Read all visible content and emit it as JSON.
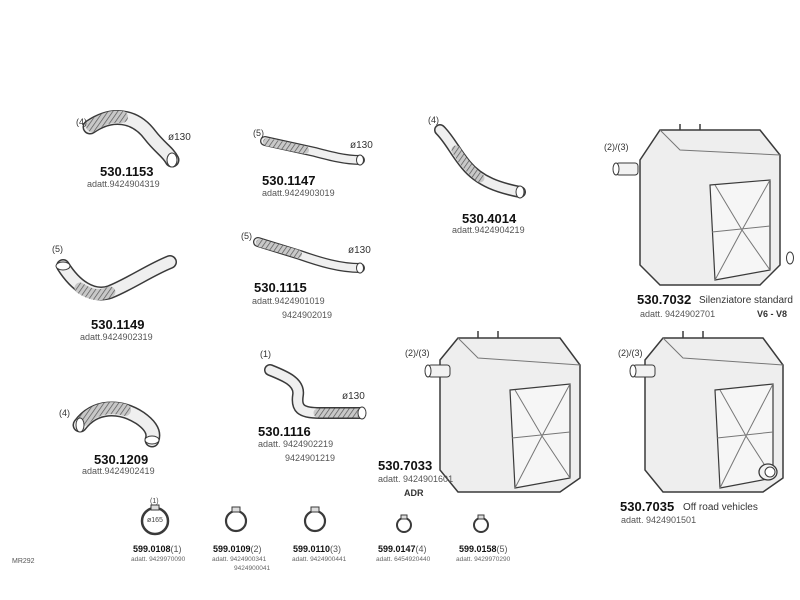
{
  "parts": {
    "p1153": {
      "qty": "(4)",
      "code": "530.1153",
      "sub": "adatt.9424904319",
      "dia": "ø130"
    },
    "p1147": {
      "qty": "(5)",
      "code": "530.1147",
      "sub": "adatt.9424903019",
      "dia": "ø130"
    },
    "p4014": {
      "qty": "(4)",
      "code": "530.4014",
      "sub": "adatt.9424904219"
    },
    "p7032": {
      "qty": "(2)/(3)",
      "code": "530.7032",
      "desc": "Silenziatore standard",
      "sub": "adatt. 9424902701",
      "extra": "V6 - V8"
    },
    "p1149": {
      "qty": "(5)",
      "code": "530.1149",
      "sub": "adatt.9424902319"
    },
    "p1115": {
      "qty": "(5)",
      "code": "530.1115",
      "sub": "adatt.9424901019",
      "sub2": "9424902019",
      "dia": "ø130"
    },
    "p1116": {
      "qty": "(1)",
      "code": "530.1116",
      "sub": "adatt. 9424902219",
      "sub2": "9424901219",
      "dia": "ø130"
    },
    "p7033": {
      "qty": "(2)/(3)",
      "code": "530.7033",
      "sub": "adatt. 9424901601",
      "extra": "ADR"
    },
    "p7035": {
      "qty": "(2)/(3)",
      "code": "530.7035",
      "desc": "Off road vehicles",
      "sub": "adatt. 9424901501"
    },
    "p1209": {
      "qty": "(4)",
      "code": "530.1209",
      "sub": "adatt.9424902419"
    }
  },
  "clamps": [
    {
      "code": "599.0108",
      "qty": "(1)",
      "sub": "adatt. 9429970090",
      "inner": "ø165",
      "marker": "(1)"
    },
    {
      "code": "599.0109",
      "qty": "(2)",
      "sub": "adatt. 9424900341",
      "sub2": "9424900041"
    },
    {
      "code": "599.0110",
      "qty": "(3)",
      "sub": "adatt. 9424900441"
    },
    {
      "code": "599.0147",
      "qty": "(4)",
      "sub": "adatt. 6454920440"
    },
    {
      "code": "599.0158",
      "qty": "(5)",
      "sub": "adatt. 9429970290"
    }
  ],
  "footer": {
    "ref": "MR292"
  },
  "colors": {
    "stroke": "#3a3a3a",
    "fill": "#e9e9e9",
    "flex": "#8a8a8a"
  }
}
